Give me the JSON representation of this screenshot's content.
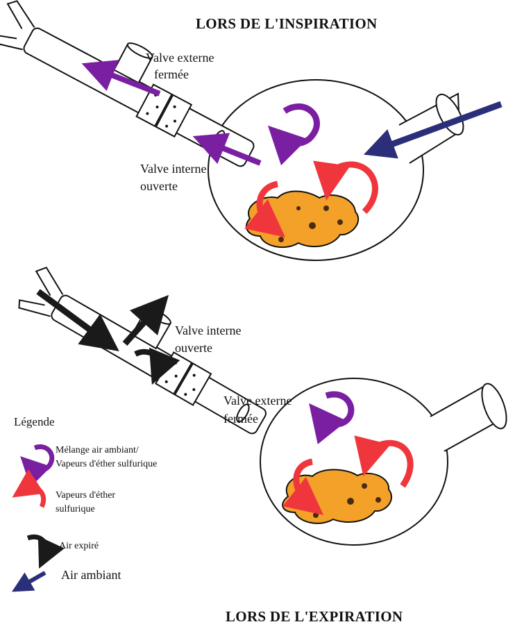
{
  "diagram": {
    "title_top": "LORS DE L'INSPIRATION",
    "title_bottom": "LORS DE L'EXPIRATION",
    "inspiration": {
      "external_valve_line1": "Valve externe",
      "external_valve_line2": "fermée",
      "internal_valve_line1": "Valve interne",
      "internal_valve_line2": "ouverte"
    },
    "expiration": {
      "internal_valve_line1": "Valve interne",
      "internal_valve_line2": "ouverte",
      "external_valve_line1": "Valve externe",
      "external_valve_line2": "fermée"
    },
    "legend": {
      "title": "Légende",
      "items": [
        {
          "line1": "Mélange air ambiant/",
          "line2": "Vapeurs d'éther sulfurique",
          "icon": "curved-arrow-icon",
          "color": "#7b1fa2"
        },
        {
          "line1": "Vapeurs d'éther",
          "line2": "sulfurique",
          "icon": "curved-arrow-icon",
          "color": "#f0363d"
        },
        {
          "line1": "Air expiré",
          "line2": "",
          "icon": "curved-arrow-icon",
          "color": "#1a1a1a"
        },
        {
          "line1": "Air ambiant",
          "line2": "",
          "icon": "straight-arrow-icon",
          "color": "#2b2f7a"
        }
      ]
    },
    "colors": {
      "purple": "#7b1fa2",
      "red": "#f0363d",
      "black": "#1a1a1a",
      "navy": "#2b2f7a",
      "sponge": "#f4a12a"
    }
  }
}
